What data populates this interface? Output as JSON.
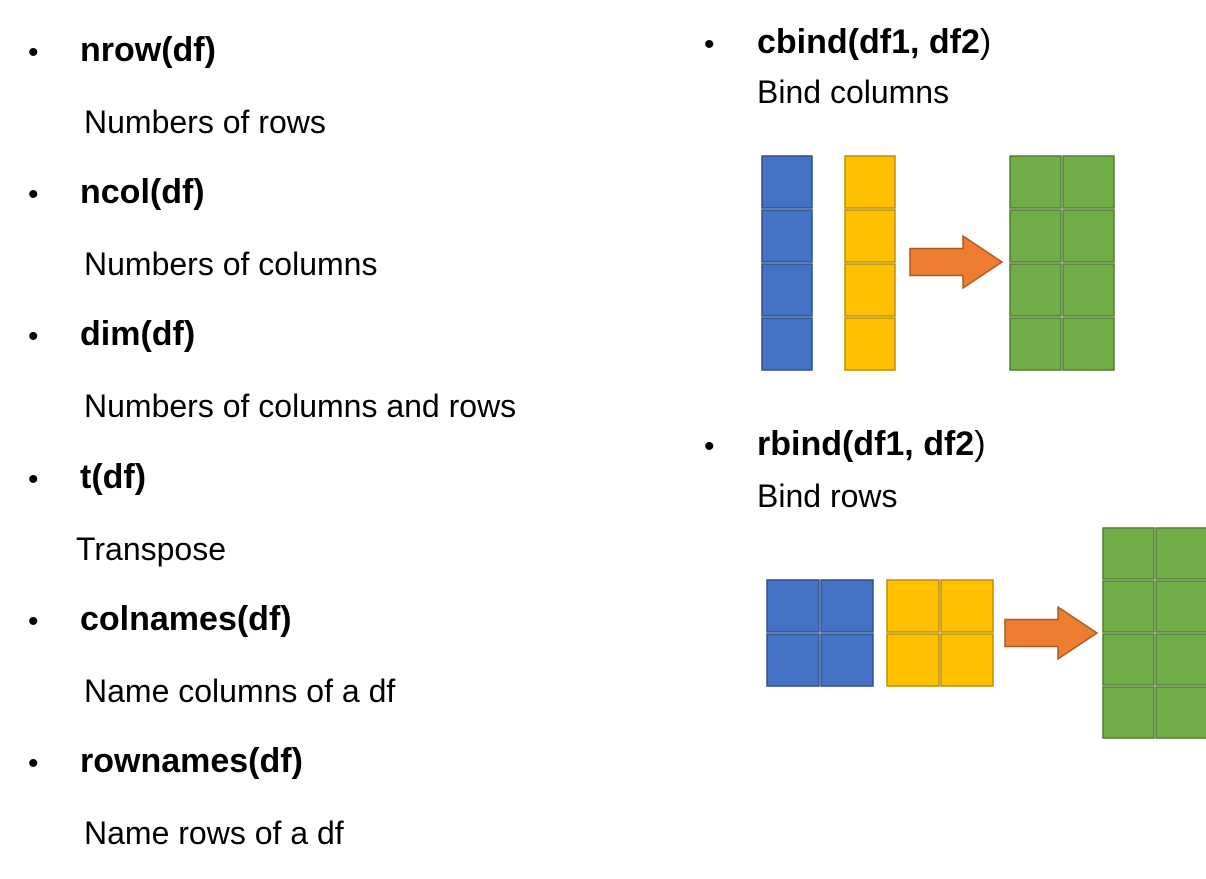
{
  "left_list": [
    {
      "func": "nrow(df)",
      "desc": "Numbers of rows"
    },
    {
      "func": "ncol(df)",
      "desc": "Numbers of columns"
    },
    {
      "func": "dim(df)",
      "desc": "Numbers of columns and rows"
    },
    {
      "func": "t(df)",
      "desc": "Transpose"
    },
    {
      "func": "colnames(df)",
      "desc": "Name columns of a df"
    },
    {
      "func": "rownames(df)",
      "desc": "Name rows of a df"
    }
  ],
  "right_list": [
    {
      "func": "cbind(df1, df2",
      "close": ")",
      "desc": "Bind columns"
    },
    {
      "func": "rbind(df1, df2",
      "close": ")",
      "desc": "Bind rows"
    }
  ],
  "bullet_char": "•",
  "colors": {
    "blue": "#4472C4",
    "blue_edge": "#2F528F",
    "yellow": "#FFC000",
    "yellow_edge": "#BF9000",
    "green": "#70AD47",
    "green_edge": "#507E32",
    "arrow": "#ED7D31",
    "arrow_edge": "#AE5A21"
  }
}
